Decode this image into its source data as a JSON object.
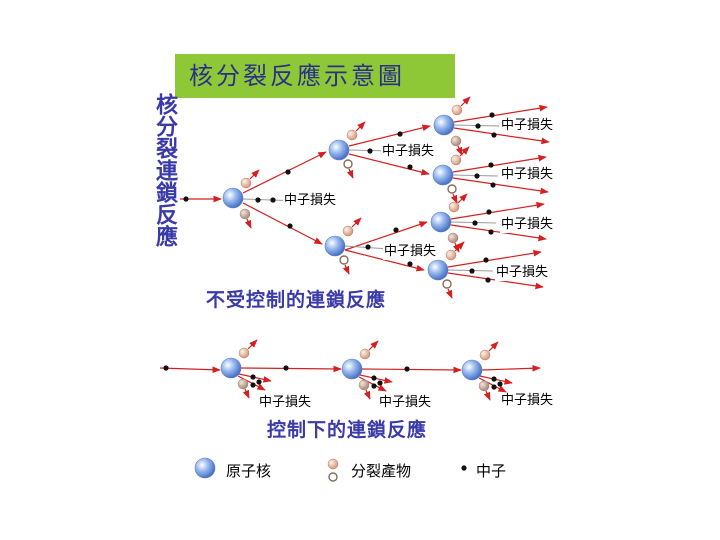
{
  "title": "核分裂反應示意圖",
  "vertical_title": "核分裂連鎖反應",
  "uncontrolled": {
    "caption": "不受控制的連鎖反應",
    "neutron_loss_label": "中子損失"
  },
  "controlled": {
    "caption": "控制下的連鎖反應",
    "neutron_loss_label": "中子損失"
  },
  "legend": {
    "nucleus": "原子核",
    "fission_products": "分裂產物",
    "neutron": "中子"
  },
  "colors": {
    "title_bg": "#8fc837",
    "title_text": "#2a2f8c",
    "caption_text": "#3a3aa8",
    "arrow": "#d42020",
    "nucleus": "#7ea6e6",
    "fission_product": "#e8b89a",
    "neutron": "#111111"
  }
}
